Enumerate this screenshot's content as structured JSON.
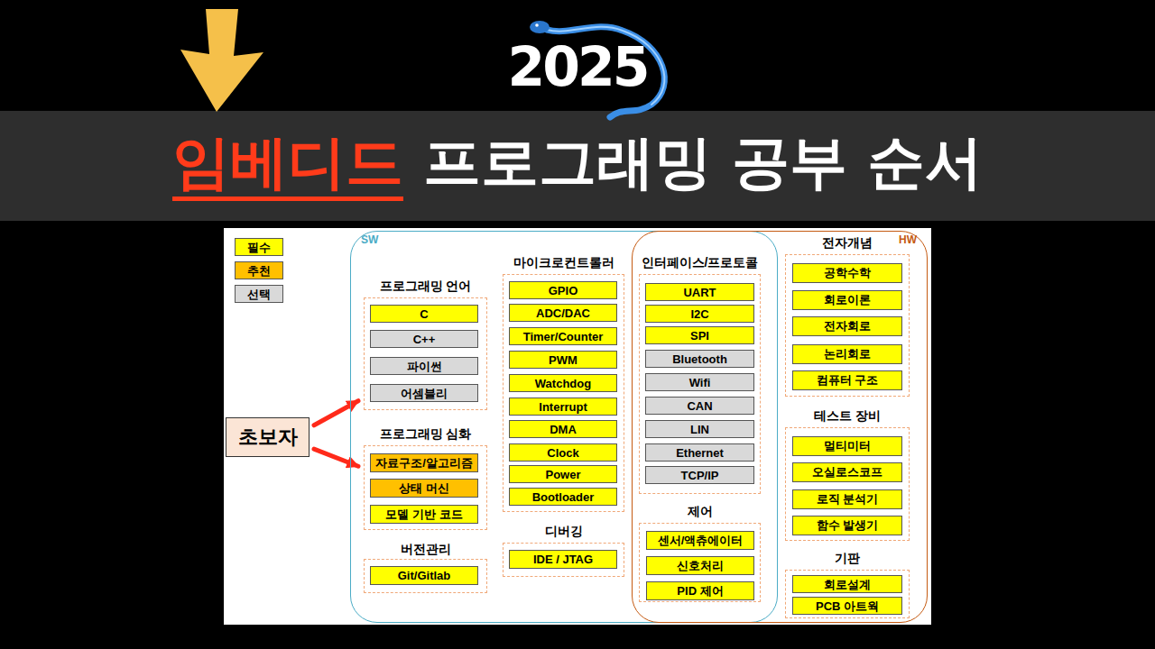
{
  "diagram": {
    "title": "임베디드 프로그래밍 공부 순서",
    "nodes": [
      {
        "text": [
          "초보자"
        ]
      },
      {
        "text": [
          "SW"
        ]
      },
      {
        "text": [
          "프로그래밍 언어"
        ],
        "in": 1
      },
      {
        "text": [
          "C"
        ],
        "in": 2
      },
      {
        "text": [
          "C++"
        ],
        "in": 2
      },
      {
        "text": [
          "파이썬"
        ],
        "in": 2
      },
      {
        "text": [
          "어셈블리"
        ],
        "in": 2
      },
      {
        "text": [
          "프로그래밍 심화"
        ],
        "in": 1
      },
      {
        "text": [
          "자료구조/알고리즘"
        ],
        "in": 7
      },
      {
        "text": [
          "상태 머신"
        ],
        "in": 7
      },
      {
        "text": [
          "모델 기반 코드"
        ],
        "in": 7
      },
      {
        "text": [
          "버전관리"
        ],
        "in": 1
      },
      {
        "text": [
          "Git/Gitlab"
        ],
        "in": 11
      },
      {
        "text": [
          "마이크로컨트롤러"
        ],
        "in": 1
      },
      {
        "text": [
          "GPIO"
        ],
        "in": 13
      },
      {
        "text": [
          "ADC/DAC"
        ],
        "in": 13
      },
      {
        "text": [
          "Timer/Counter"
        ],
        "in": 13
      },
      {
        "text": [
          "PWM"
        ],
        "in": 13
      },
      {
        "text": [
          "Watchdog"
        ],
        "in": 13
      },
      {
        "text": [
          "Interrupt"
        ],
        "in": 13
      },
      {
        "text": [
          "DMA"
        ],
        "in": 13
      },
      {
        "text": [
          "Clock"
        ],
        "in": 13
      },
      {
        "text": [
          "Power"
        ],
        "in": 13
      },
      {
        "text": [
          "Bootloader"
        ],
        "in": 13
      },
      {
        "text": [
          "디버깅"
        ],
        "in": 1
      },
      {
        "text": [
          "IDE / JTAG"
        ],
        "in": 24
      },
      {
        "text": [
          "HW"
        ]
      },
      {
        "text": [
          "인터페이스/프로토콜"
        ],
        "in": 1
      },
      {
        "text": [
          "UART"
        ],
        "in": 27
      },
      {
        "text": [
          "I2C"
        ],
        "in": 27
      },
      {
        "text": [
          "SPI"
        ],
        "in": 27
      },
      {
        "text": [
          "Bluetooth"
        ],
        "in": 27
      },
      {
        "text": [
          "Wifi"
        ],
        "in": 27
      },
      {
        "text": [
          "CAN"
        ],
        "in": 27
      },
      {
        "text": [
          "LIN"
        ],
        "in": 27
      },
      {
        "text": [
          "Ethernet"
        ],
        "in": 27
      },
      {
        "text": [
          "TCP/IP"
        ],
        "in": 27
      },
      {
        "text": [
          "제어"
        ],
        "in": 1
      },
      {
        "text": [
          "센서/액츄에이터"
        ],
        "in": 37
      },
      {
        "text": [
          "신호처리"
        ],
        "in": 37
      },
      {
        "text": [
          "PID 제어"
        ],
        "in": 37
      },
      {
        "text": [
          "전자개념"
        ],
        "in": 26
      },
      {
        "text": [
          "공학수학"
        ],
        "in": 41
      },
      {
        "text": [
          "회로이론"
        ],
        "in": 41
      },
      {
        "text": [
          "전자회로"
        ],
        "in": 41
      },
      {
        "text": [
          "논리회로"
        ],
        "in": 41
      },
      {
        "text": [
          "컴퓨터 구조"
        ],
        "in": 41
      },
      {
        "text": [
          "테스트 장비"
        ],
        "in": 26
      },
      {
        "text": [
          "멀티미터"
        ],
        "in": 47
      },
      {
        "text": [
          "오실로스코프"
        ],
        "in": 47
      },
      {
        "text": [
          "로직 분석기"
        ],
        "in": 47
      },
      {
        "text": [
          "함수 발생기"
        ],
        "in": 47
      },
      {
        "text": [
          "기판"
        ],
        "in": 26
      },
      {
        "text": [
          "회로설계"
        ],
        "in": 52
      },
      {
        "text": [
          "PCB 아트웍"
        ],
        "in": 52
      }
    ],
    "edges": [
      {
        "from": 0,
        "to": 2,
        "arrow": "to"
      },
      {
        "from": 0,
        "to": 7,
        "arrow": "to"
      }
    ],
    "labels": [
      "2025"
    ],
    "legend": [
      {
        "text": "필수",
        "color": "#ffff00"
      },
      {
        "text": "추천",
        "color": "#ffc000"
      },
      {
        "text": "선택",
        "color": "#d9d9d9"
      }
    ]
  }
}
